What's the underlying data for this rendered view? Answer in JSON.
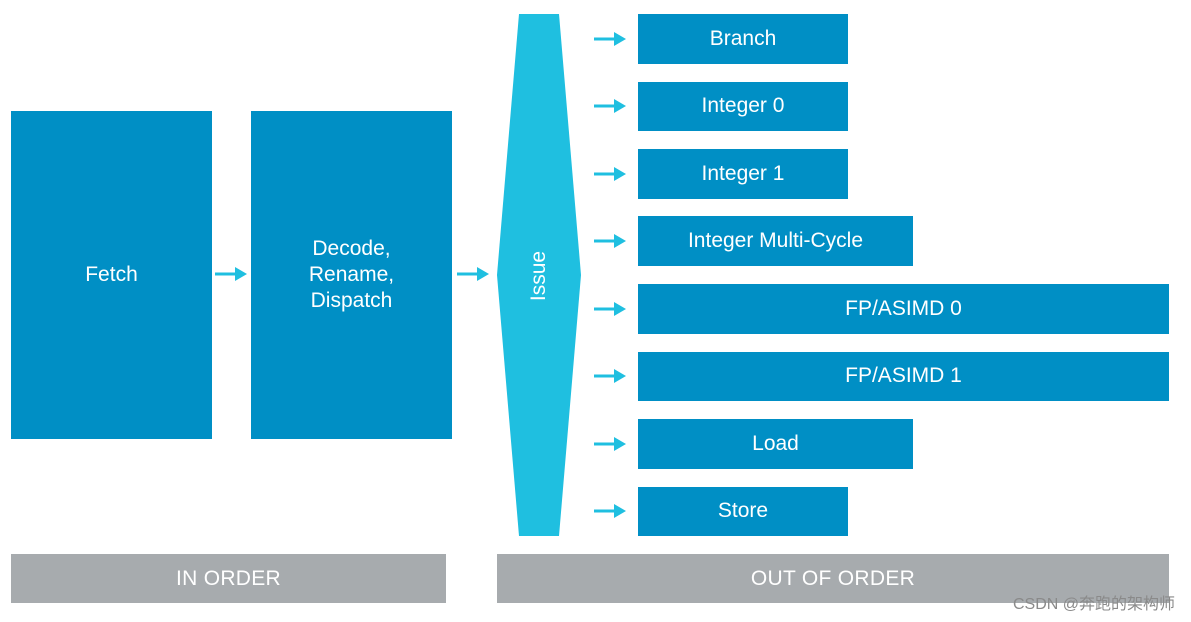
{
  "stages": {
    "fetch": "Fetch",
    "decode": "Decode,\nRename,\nDispatch",
    "issue": "Issue"
  },
  "units": [
    "Branch",
    "Integer 0",
    "Integer 1",
    "Integer Multi-Cycle",
    "FP/ASIMD 0",
    "FP/ASIMD 1",
    "Load",
    "Store"
  ],
  "footer": {
    "in_order": "IN ORDER",
    "out_of_order": "OUT OF ORDER"
  },
  "watermark": "CSDN @奔跑的架构师",
  "colors": {
    "box": "#008fc5",
    "issue": "#1fbfe0",
    "arrow": "#1fbfe0",
    "bar": "#a7abae"
  }
}
